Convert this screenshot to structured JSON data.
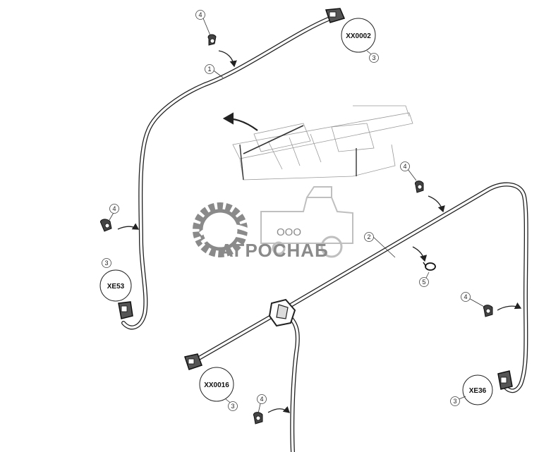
{
  "diagram": {
    "watermark": {
      "company_prefix": "ООО",
      "company_name": "АГРОСНАБ"
    },
    "callouts": [
      {
        "id": "c1-4",
        "number": "4"
      },
      {
        "id": "c1-3",
        "number": "3"
      },
      {
        "id": "c1-1",
        "number": "1"
      },
      {
        "id": "c2-4",
        "number": "4"
      },
      {
        "id": "c2-3",
        "number": "3"
      },
      {
        "id": "c3-4",
        "number": "4"
      },
      {
        "id": "c3-2",
        "number": "2"
      },
      {
        "id": "c3-5",
        "number": "5"
      },
      {
        "id": "c4-4",
        "number": "4"
      },
      {
        "id": "c4-3",
        "number": "3"
      },
      {
        "id": "c5-4",
        "number": "4"
      },
      {
        "id": "c5-3",
        "number": "3"
      }
    ],
    "connectors": [
      {
        "id": "XX0002",
        "label": "XX0002"
      },
      {
        "id": "XE53",
        "label": "XE53"
      },
      {
        "id": "XX0016",
        "label": "XX0016"
      },
      {
        "id": "XE36",
        "label": "XE36"
      }
    ],
    "icons": [
      "gear-logo-icon",
      "combine-harvester-icon",
      "clip-icon",
      "connector-plug-icon",
      "hose-clamp-icon"
    ],
    "colors": {
      "line": "#222222",
      "watermark": "#8a8a8a",
      "sketch": "#999999",
      "background": "#ffffff"
    }
  }
}
